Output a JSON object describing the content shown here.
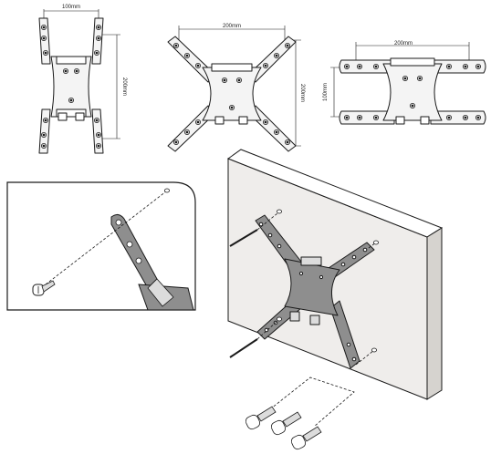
{
  "diagrams": {
    "config_a": {
      "width_label": "100mm",
      "height_label": "200mm"
    },
    "config_b": {
      "width_label": "200mm",
      "height_label": "200mm"
    },
    "config_c": {
      "width_label": "200mm",
      "height_label": "100mm"
    }
  },
  "colors": {
    "line": "#1a1a1a",
    "plate_fill": "#f4f4f4",
    "plate_shaded": "#8e8e8e",
    "wall_fill": "#efedeb"
  }
}
